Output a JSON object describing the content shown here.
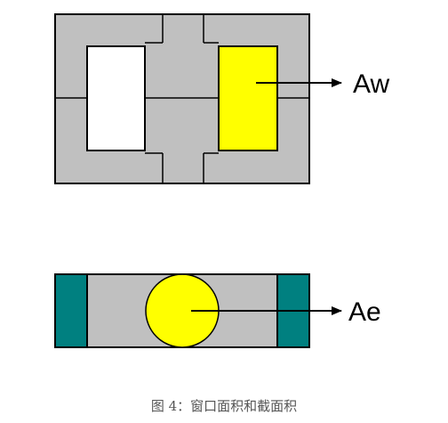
{
  "figure": {
    "window_label": "Aw",
    "cross_section_label": "Ae",
    "caption": "图 4：窗口面积和截面积"
  },
  "colors": {
    "core": "#c0c0c0",
    "outline": "#000000",
    "window_empty": "#ffffff",
    "window_highlight": "#ffff00",
    "core_section": "#ffff00",
    "winding": "#008080",
    "caption": "#555555"
  },
  "icons": {
    "arrow": "arrow-right-icon"
  }
}
